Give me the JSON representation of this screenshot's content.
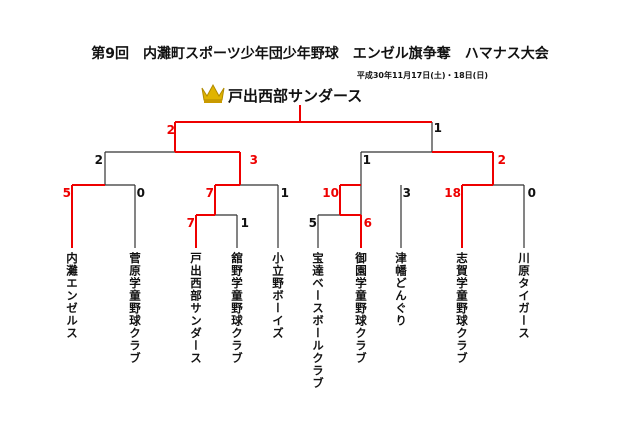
{
  "title": "第9回　内灘町スポーツ少年団少年野球　エンゼル旗争奪　ハマナス大会",
  "date": "平成30年11月17日(土)・18日(日)",
  "champion": "戸出西部サンダース",
  "colors": {
    "winner_line": "#e00000",
    "loser_line": "#333333"
  },
  "teams": [
    "内灘エンゼルス",
    "菅原学童野球クラブ",
    "戸出西部サンダース",
    "舘野学童野球クラブ",
    "小立野ボーイズ",
    "宝達ベースボールクラブ",
    "御園学童野球クラブ",
    "津幡どんぐり",
    "志賀学童野球クラブ",
    "川原タイガース"
  ],
  "scores": {
    "final": {
      "left": "2",
      "right": "1"
    },
    "semi_left": {
      "left": "2",
      "right": "3"
    },
    "semi_right": {
      "left": "1",
      "right": "2"
    },
    "qf1": {
      "left": "5",
      "right": "0"
    },
    "qf2": {
      "left": "7",
      "right": "1"
    },
    "r1_left": {
      "left": "7",
      "right": "1"
    },
    "qf3": {
      "left": "10",
      "right": "3"
    },
    "r1_right": {
      "left": "5",
      "right": "6"
    },
    "qf4": {
      "left": "18",
      "right": "0"
    }
  }
}
